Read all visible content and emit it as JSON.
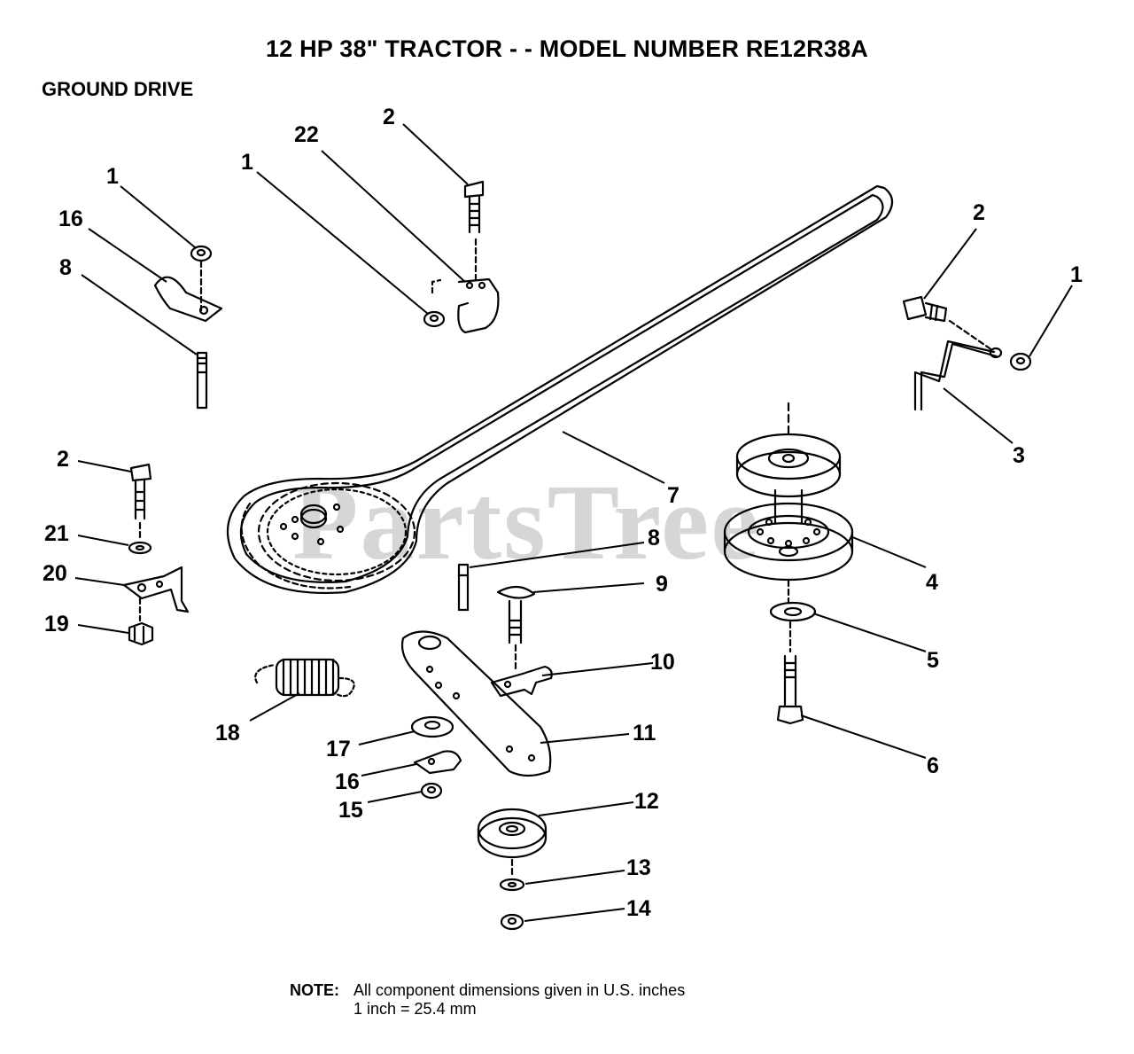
{
  "title": "12 HP 38\" TRACTOR - - MODEL NUMBER RE12R38A",
  "subtitle": "GROUND DRIVE",
  "watermark": "PartsTree",
  "note": {
    "label": "NOTE:",
    "line1": "All component dimensions given in U.S. inches",
    "line2": "1 inch = 25.4 mm"
  },
  "callouts": [
    {
      "id": "c1a",
      "label": "1"
    },
    {
      "id": "c16a",
      "label": "16"
    },
    {
      "id": "c8a",
      "label": "8"
    },
    {
      "id": "c1b",
      "label": "1"
    },
    {
      "id": "c22",
      "label": "22"
    },
    {
      "id": "c2a",
      "label": "2"
    },
    {
      "id": "c2b",
      "label": "2"
    },
    {
      "id": "c1c",
      "label": "1"
    },
    {
      "id": "c3",
      "label": "3"
    },
    {
      "id": "c7",
      "label": "7"
    },
    {
      "id": "c2c",
      "label": "2"
    },
    {
      "id": "c21",
      "label": "21"
    },
    {
      "id": "c20",
      "label": "20"
    },
    {
      "id": "c19",
      "label": "19"
    },
    {
      "id": "c8b",
      "label": "8"
    },
    {
      "id": "c9",
      "label": "9"
    },
    {
      "id": "c4",
      "label": "4"
    },
    {
      "id": "c10",
      "label": "10"
    },
    {
      "id": "c5",
      "label": "5"
    },
    {
      "id": "c18",
      "label": "18"
    },
    {
      "id": "c11",
      "label": "11"
    },
    {
      "id": "c17",
      "label": "17"
    },
    {
      "id": "c16b",
      "label": "16"
    },
    {
      "id": "c15",
      "label": "15"
    },
    {
      "id": "c6",
      "label": "6"
    },
    {
      "id": "c12",
      "label": "12"
    },
    {
      "id": "c13",
      "label": "13"
    },
    {
      "id": "c14",
      "label": "14"
    }
  ]
}
